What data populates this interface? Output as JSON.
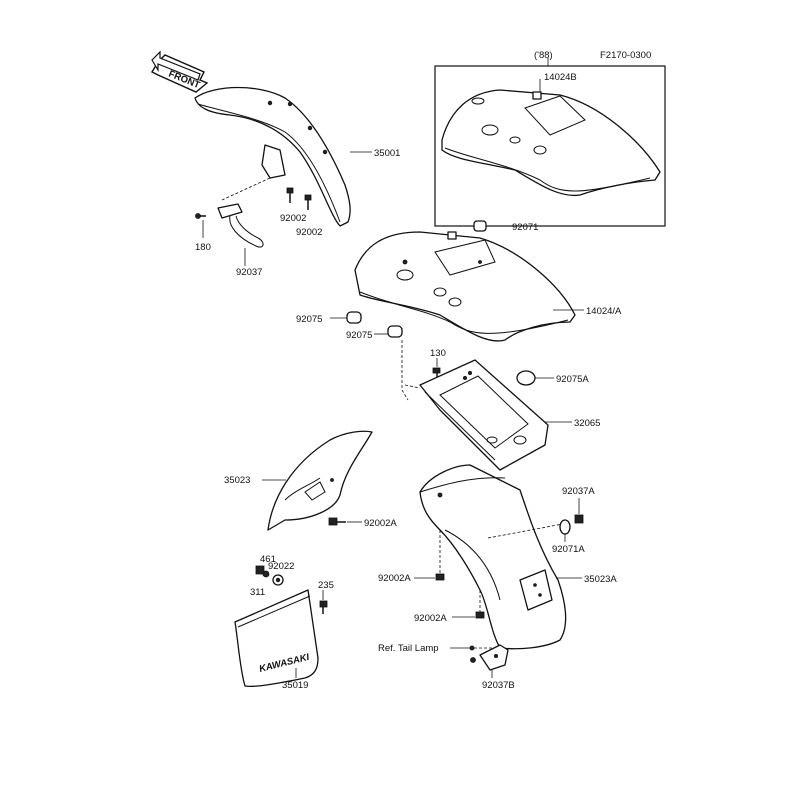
{
  "diagram_code": "F2170-0300",
  "front_arrow": "FRONT",
  "inset_year": "('88)",
  "labels": {
    "p14024B": "14024B",
    "p35001": "35001",
    "p92002_a": "92002",
    "p92002_b": "92002",
    "p180": "180",
    "p92037": "92037",
    "p92071": "92071",
    "p14024A": "14024/A",
    "p92075_a": "92075",
    "p92075_b": "92075",
    "p130": "130",
    "p92075A": "92075A",
    "p32065": "32065",
    "p35023": "35023",
    "p92002A_1": "92002A",
    "p92037A": "92037A",
    "p92071A": "92071A",
    "p461": "461",
    "p92022": "92022",
    "p311": "311",
    "p235": "235",
    "p92002A_2": "92002A",
    "p35023A": "35023A",
    "p92002A_3": "92002A",
    "ref_tail_lamp": "Ref. Tail Lamp",
    "p92037B": "92037B",
    "p35019": "35019"
  },
  "colors": {
    "ink": "#111111",
    "paper": "#ffffff"
  }
}
